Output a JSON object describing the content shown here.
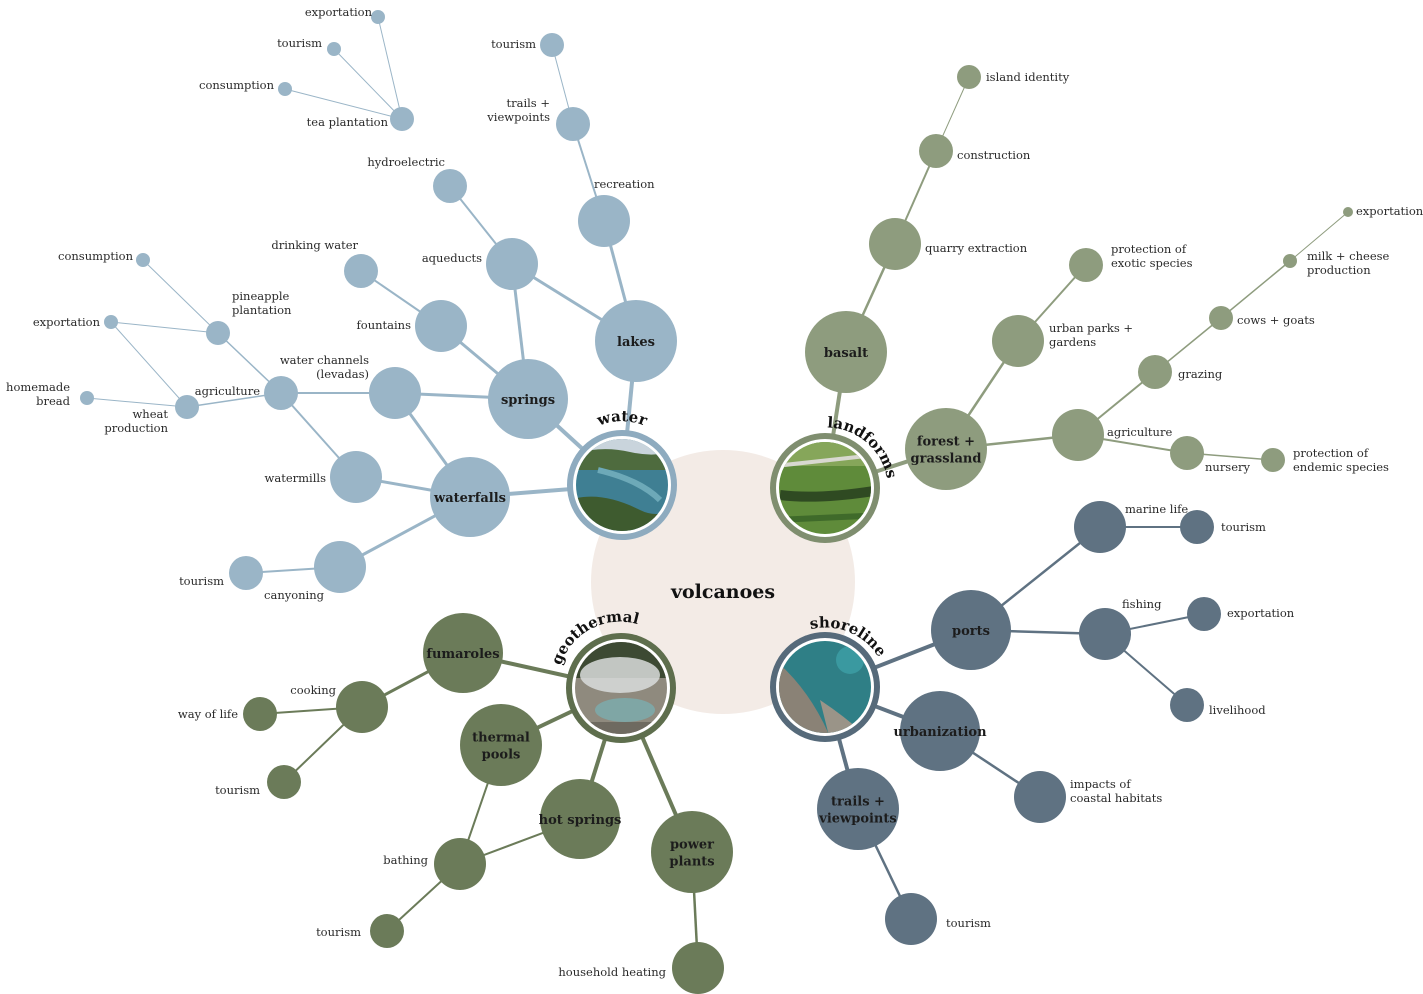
{
  "center": {
    "label": "volcanoes"
  },
  "themes": {
    "water": {
      "label": "water",
      "color": "#9ab5c7",
      "ring": "#8eabbf"
    },
    "landforms": {
      "label": "landforms",
      "color": "#8e9c7e",
      "ring": "#7f8e6f"
    },
    "geothermal": {
      "label": "geothermal",
      "color": "#6b7b59",
      "ring": "#5e6e4d"
    },
    "shoreline": {
      "label": "shoreline",
      "color": "#5f7282",
      "ring": "#566a7a"
    }
  },
  "labels": {
    "w_springs": "springs",
    "w_lakes": "lakes",
    "w_waterfalls": "waterfalls",
    "w_recreation": "recreation",
    "w_trails": "trails + viewpoints",
    "w_tourism_top": "tourism",
    "w_aqueducts": "aqueducts",
    "w_hydro": "hydroelectric",
    "w_fountains": "fountains",
    "w_drinking": "drinking water",
    "w_channels": "water channels (levadas)",
    "w_agri": "agriculture",
    "w_pineapple": "pineapple plantation",
    "w_consumption1": "consumption",
    "w_export1": "exportation",
    "w_wheat": "wheat production",
    "w_bread": "homemade bread",
    "w_tea": "tea plantation",
    "w_export2": "exportation",
    "w_tourism2": "tourism",
    "w_consumption2": "consumption",
    "w_watermills": "watermills",
    "w_canyoning": "canyoning",
    "w_tourism3": "tourism",
    "l_basalt": "basalt",
    "l_quarry": "quarry extraction",
    "l_construction": "construction",
    "l_island": "island identity",
    "l_forest": "forest + grassland",
    "l_urbanparks": "urban parks + gardens",
    "l_exotic": "protection of exotic species",
    "l_agri": "agriculture",
    "l_grazing": "grazing",
    "l_cows": "cows + goats",
    "l_milk": "milk + cheese production",
    "l_export": "exportation",
    "l_nursery": "nursery",
    "l_endemic": "protection of endemic species",
    "g_fumaroles": "fumaroles",
    "g_cooking": "cooking",
    "g_wayoflife": "way of life",
    "g_tourism1": "tourism",
    "g_thermal": "thermal pools",
    "g_hotsprings": "hot springs",
    "g_bathing": "bathing",
    "g_tourism2": "tourism",
    "g_power": "power plants",
    "g_heating": "household heating",
    "s_ports": "ports",
    "s_marine": "marine life",
    "s_tourism1": "tourism",
    "s_fishing": "fishing",
    "s_export": "exportation",
    "s_livelihood": "livelihood",
    "s_urban": "urbanization",
    "s_impacts": "impacts of coastal habitats",
    "s_trails": "trails + viewpoints",
    "s_tourism2": "tourism"
  }
}
